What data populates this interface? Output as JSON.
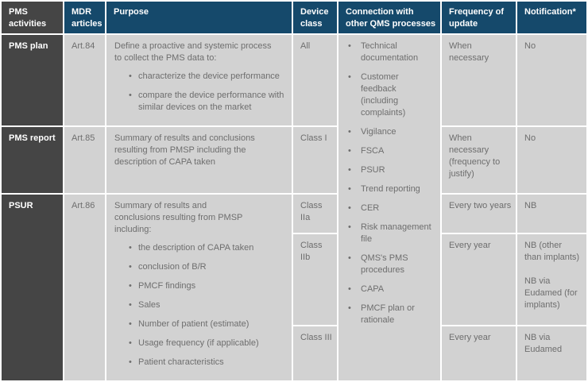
{
  "palette": {
    "header_navy": "#15496b",
    "activity_dark_gray": "#454545",
    "cell_gray": "#d2d2d2",
    "body_text_gray": "#6e6e6e",
    "separator_white": "#ffffff"
  },
  "header": {
    "pms_activities": "PMS activities",
    "mdr_articles": "MDR articles",
    "purpose": "Purpose",
    "device_class": "Device class",
    "connection": "Connection with\nother QMS processes",
    "frequency": "Frequency of update",
    "notification": "Notification*"
  },
  "connection": {
    "bullets": [
      "Technical documentation",
      "Customer feedback (including complaints)",
      "Vigilance",
      "FSCA",
      "PSUR",
      "Trend reporting",
      "CER",
      "Risk management file",
      "QMS's PMS procedures",
      "CAPA",
      "PMCF plan or rationale"
    ]
  },
  "rows": {
    "pms_plan": {
      "activity": "PMS plan",
      "article": "Art.84",
      "purpose_lead": "Define a proactive and systemic process\nto collect the PMS data to:",
      "purpose_bullets": [
        "characterize the device performance",
        "compare the device performance with similar devices on the market"
      ],
      "device_class": "All",
      "frequency": "When necessary",
      "notification": "No"
    },
    "pms_report": {
      "activity": "PMS report",
      "article": "Art.85",
      "purpose": "Summary of results and conclusions\nresulting from PMSP including the\ndescription of CAPA taken",
      "device_class": "Class I",
      "frequency": "When necessary (frequency to justify)",
      "notification": "No"
    },
    "psur": {
      "activity": "PSUR",
      "article": "Art.86",
      "purpose_lead": "Summary of results and\nconclusions resulting from PMSP\nincluding:",
      "purpose_bullets": [
        "the description of CAPA taken",
        "conclusion of B/R",
        "PMCF findings",
        "Sales",
        "Number of patient (estimate)",
        "Usage frequency (if applicable)",
        "Patient characteristics"
      ],
      "subrows": [
        {
          "device_class": "Class IIa",
          "frequency": "Every two years",
          "notification": "NB"
        },
        {
          "device_class": "Class IIb",
          "frequency": "Every year",
          "notification_para_1": "NB (other than implants)",
          "notification_para_2": "NB via Eudamed (for implants)"
        },
        {
          "device_class": "Class III",
          "frequency": "Every year",
          "notification": "NB via Eudamed"
        }
      ]
    }
  }
}
